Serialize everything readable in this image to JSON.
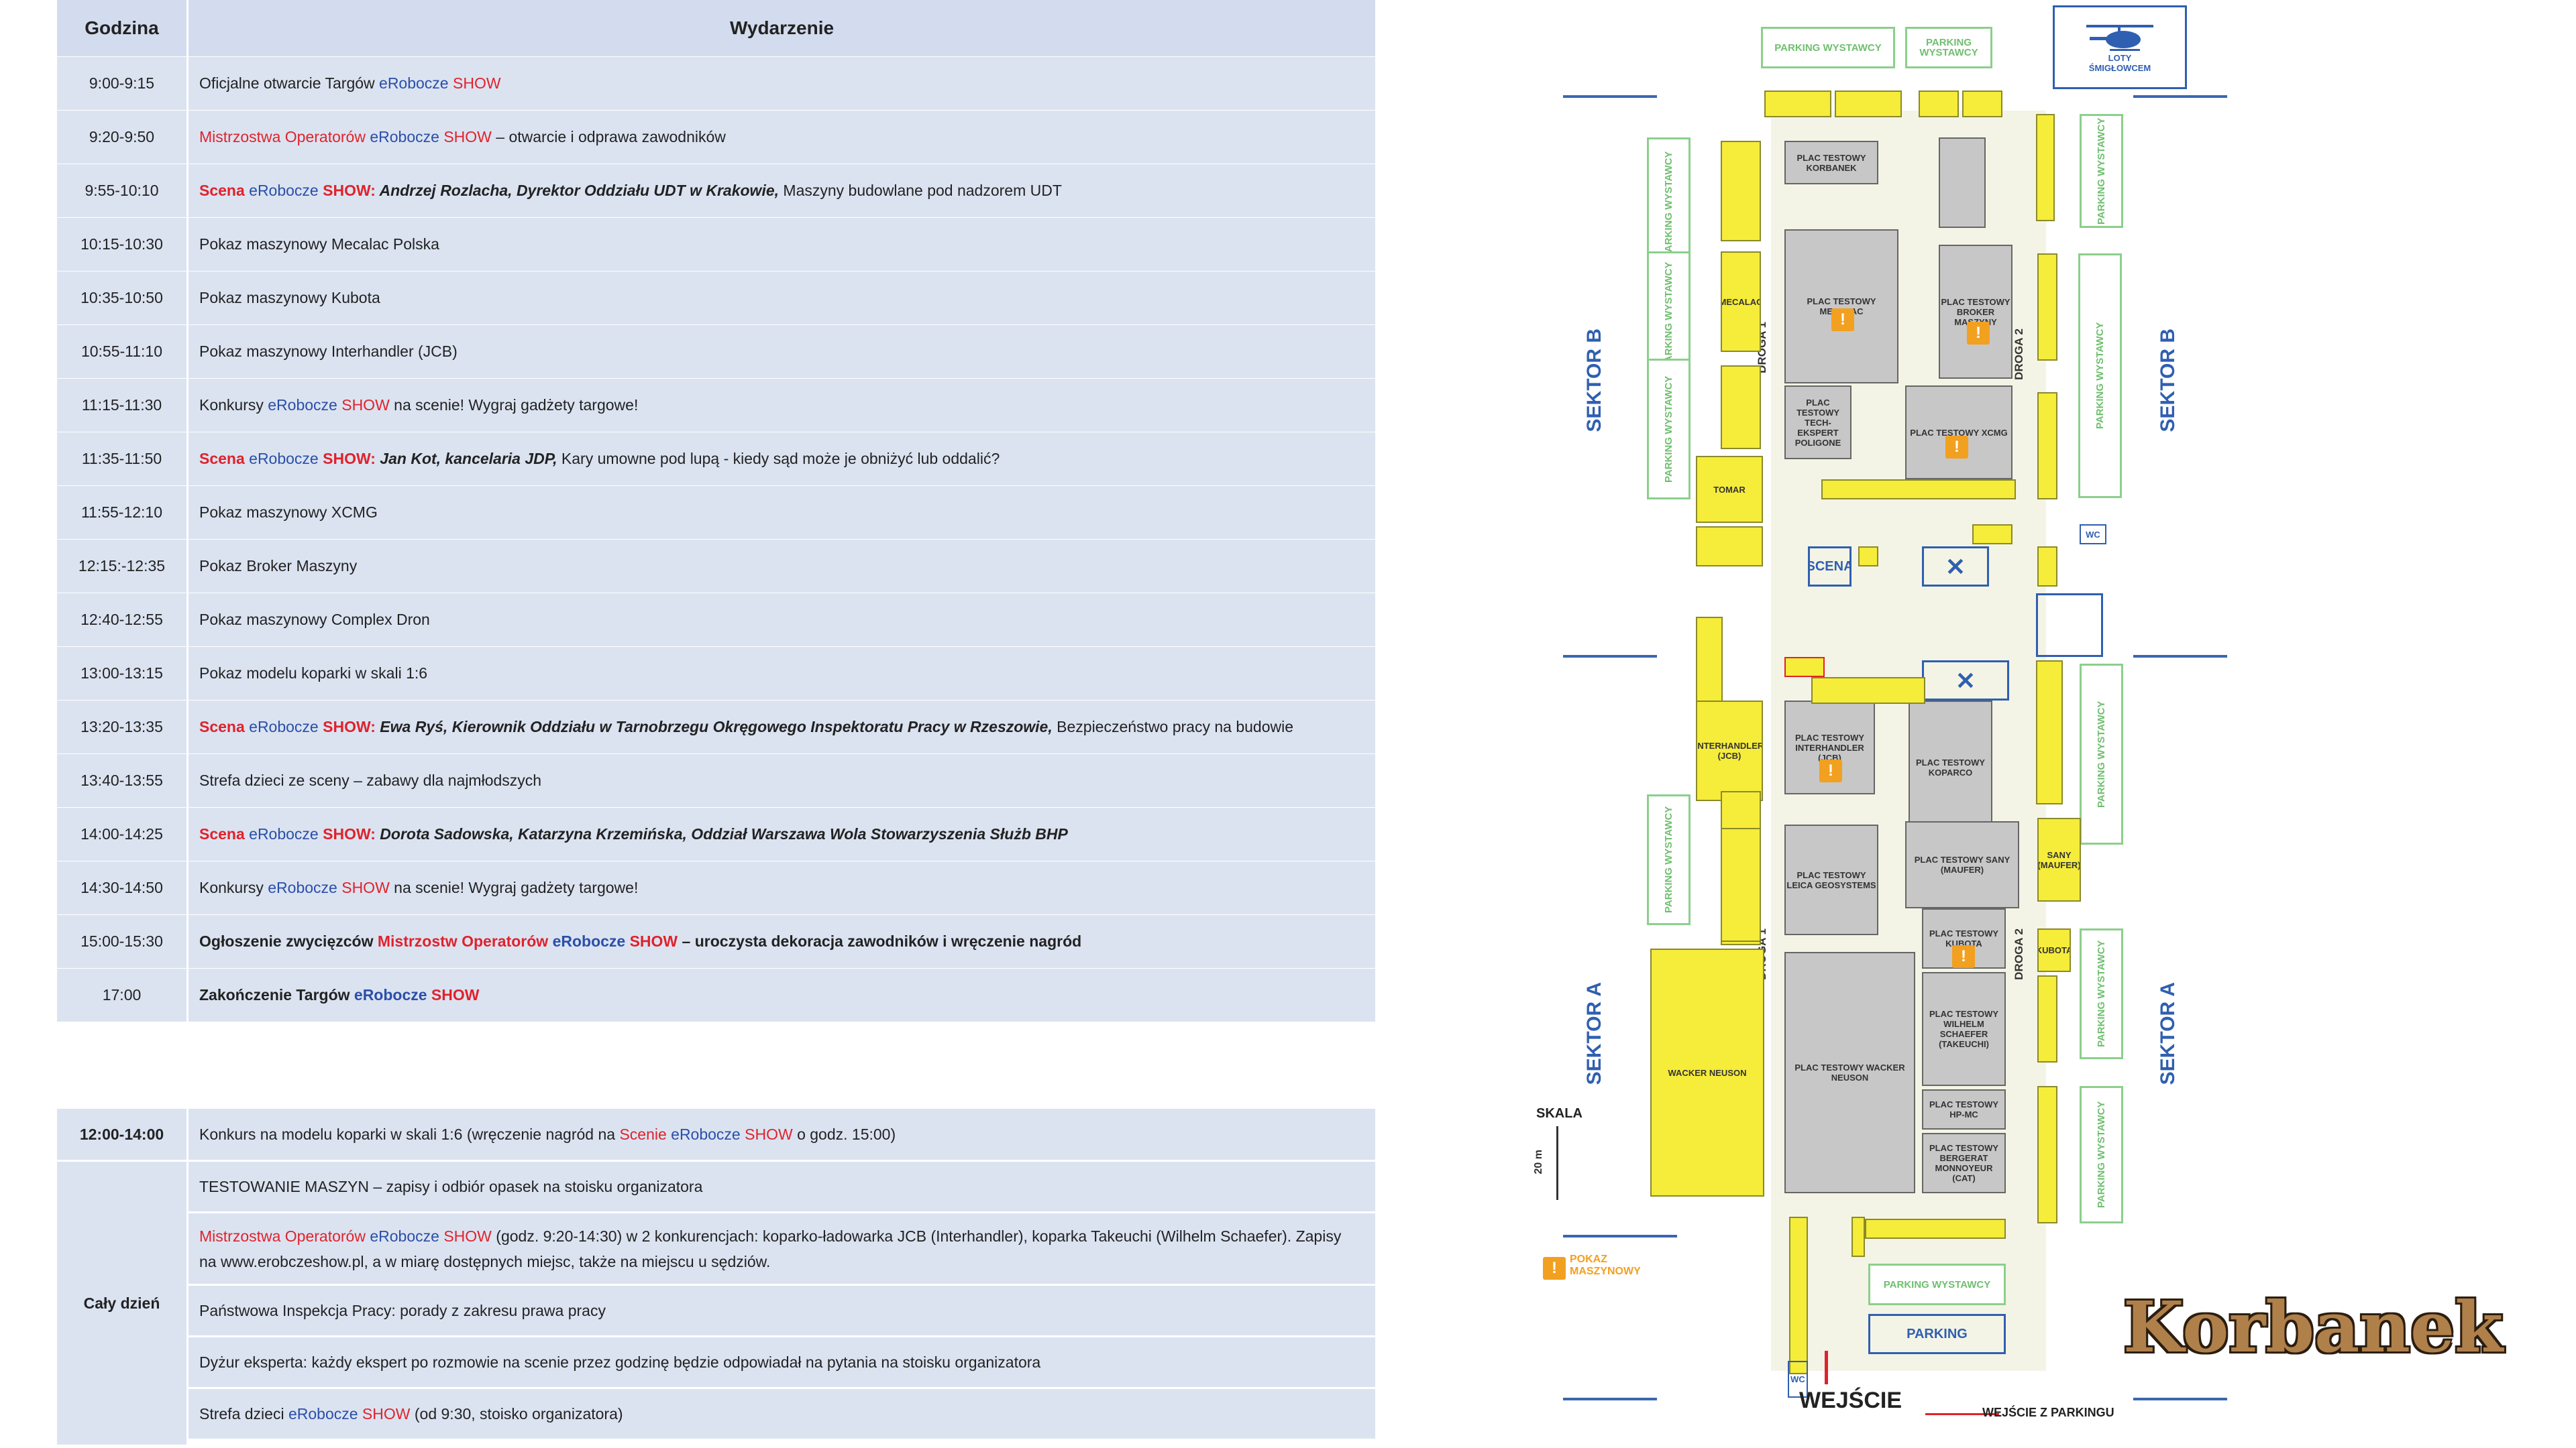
{
  "schedule": {
    "header": {
      "time": "Godzina",
      "event": "Wydarzenie"
    },
    "rows": [
      {
        "time": "9:00-9:15",
        "parts": [
          {
            "t": "Oficjalne otwarcie Targów ",
            "c": ""
          },
          {
            "t": "eRobocze",
            "c": "blue"
          },
          {
            "t": " SHOW",
            "c": "red"
          }
        ]
      },
      {
        "time": "9:20-9:50",
        "parts": [
          {
            "t": "Mistrzostwa Operatorów ",
            "c": "red"
          },
          {
            "t": "eRobocze",
            "c": "blue"
          },
          {
            "t": " SHOW",
            "c": "red"
          },
          {
            "t": " – otwarcie i odprawa zawodników",
            "c": ""
          }
        ]
      },
      {
        "time": "9:55-10:10",
        "parts": [
          {
            "t": "Scena ",
            "c": "red bold"
          },
          {
            "t": "eRobocze",
            "c": "blue"
          },
          {
            "t": " SHOW:",
            "c": "red bold"
          },
          {
            "t": " Andrzej Rozlacha, Dyrektor Oddziału UDT w Krakowie,",
            "c": "it"
          },
          {
            "t": " Maszyny budowlane pod nadzorem UDT",
            "c": ""
          }
        ]
      },
      {
        "time": "10:15-10:30",
        "parts": [
          {
            "t": "Pokaz maszynowy Mecalac Polska",
            "c": ""
          }
        ]
      },
      {
        "time": "10:35-10:50",
        "parts": [
          {
            "t": "Pokaz maszynowy Kubota",
            "c": ""
          }
        ]
      },
      {
        "time": "10:55-11:10",
        "parts": [
          {
            "t": "Pokaz maszynowy Interhandler (JCB)",
            "c": ""
          }
        ]
      },
      {
        "time": "11:15-11:30",
        "parts": [
          {
            "t": "Konkursy ",
            "c": ""
          },
          {
            "t": "eRobocze",
            "c": "blue"
          },
          {
            "t": " SHOW",
            "c": "red"
          },
          {
            "t": " na scenie! Wygraj gadżety targowe!",
            "c": ""
          }
        ]
      },
      {
        "time": "11:35-11:50",
        "parts": [
          {
            "t": "Scena ",
            "c": "red bold"
          },
          {
            "t": "eRobocze",
            "c": "blue"
          },
          {
            "t": " SHOW:",
            "c": "red bold"
          },
          {
            "t": " Jan Kot, kancelaria JDP,",
            "c": "it"
          },
          {
            "t": " Kary umowne pod lupą - kiedy sąd może je obniżyć lub oddalić?",
            "c": ""
          }
        ]
      },
      {
        "time": "11:55-12:10",
        "parts": [
          {
            "t": "Pokaz maszynowy XCMG",
            "c": ""
          }
        ]
      },
      {
        "time": "12:15:-12:35",
        "parts": [
          {
            "t": "Pokaz Broker Maszyny",
            "c": ""
          }
        ]
      },
      {
        "time": "12:40-12:55",
        "parts": [
          {
            "t": "Pokaz maszynowy Complex Dron",
            "c": ""
          }
        ]
      },
      {
        "time": "13:00-13:15",
        "parts": [
          {
            "t": "Pokaz modelu koparki w skali 1:6",
            "c": ""
          }
        ]
      },
      {
        "time": "13:20-13:35",
        "parts": [
          {
            "t": "Scena ",
            "c": "red bold"
          },
          {
            "t": "eRobocze",
            "c": "blue"
          },
          {
            "t": " SHOW:",
            "c": "red bold"
          },
          {
            "t": " Ewa Ryś, Kierownik Oddziału w Tarnobrzegu Okręgowego Inspektoratu Pracy w Rzeszowie,",
            "c": "it"
          },
          {
            "t": " Bezpieczeństwo pracy na budowie",
            "c": ""
          }
        ]
      },
      {
        "time": "13:40-13:55",
        "parts": [
          {
            "t": "Strefa dzieci ze sceny – zabawy dla najmłodszych",
            "c": ""
          }
        ]
      },
      {
        "time": "14:00-14:25",
        "parts": [
          {
            "t": "Scena ",
            "c": "red bold"
          },
          {
            "t": "eRobocze",
            "c": "blue"
          },
          {
            "t": " SHOW:",
            "c": "red bold"
          },
          {
            "t": " Dorota Sadowska, Katarzyna Krzemińska, Oddział Warszawa Wola Stowarzyszenia Służb BHP",
            "c": "it"
          }
        ]
      },
      {
        "time": "14:30-14:50",
        "parts": [
          {
            "t": "Konkursy ",
            "c": ""
          },
          {
            "t": "eRobocze",
            "c": "blue"
          },
          {
            "t": " SHOW",
            "c": "red"
          },
          {
            "t": " na scenie! Wygraj gadżety targowe!",
            "c": ""
          }
        ]
      },
      {
        "time": "15:00-15:30",
        "parts": [
          {
            "t": "Ogłoszenie zwycięzców ",
            "c": "bold"
          },
          {
            "t": "Mistrzostw Operatorów ",
            "c": "red bold"
          },
          {
            "t": "eRobocze",
            "c": "blue bold"
          },
          {
            "t": " SHOW",
            "c": "red bold"
          },
          {
            "t": " – uroczysta dekoracja zawodników i wręczenie nagród",
            "c": "bold"
          }
        ]
      },
      {
        "time": "17:00",
        "parts": [
          {
            "t": "Zakończenie Targów ",
            "c": "bold"
          },
          {
            "t": "eRobocze",
            "c": "blue bold"
          },
          {
            "t": " SHOW",
            "c": "red bold"
          }
        ]
      }
    ]
  },
  "schedule2": {
    "rows": [
      {
        "time": "12:00-14:00",
        "parts": [
          {
            "t": "Konkurs na modelu koparki w skali 1:6 (wręczenie nagród na ",
            "c": ""
          },
          {
            "t": "Scenie ",
            "c": "red"
          },
          {
            "t": "eRobocze",
            "c": "blue"
          },
          {
            "t": " SHOW",
            "c": "red"
          },
          {
            "t": " o godz. 15:00)",
            "c": ""
          }
        ]
      }
    ],
    "all_day_label": "Cały dzień",
    "all_day": [
      {
        "parts": [
          {
            "t": "TESTOWANIE MASZYN – zapisy i odbiór opasek na stoisku organizatora",
            "c": ""
          }
        ]
      },
      {
        "parts": [
          {
            "t": "Mistrzostwa Operatorów ",
            "c": "red"
          },
          {
            "t": "eRobocze",
            "c": "blue"
          },
          {
            "t": " SHOW",
            "c": "red"
          },
          {
            "t": " (godz. 9:20-14:30) w 2 konkurencjach: koparko-ładowarka JCB (Interhandler), koparka Takeuchi (Wilhelm Schaefer). Zapisy na www.erobczeshow.pl, a w miarę dostępnych miejsc, także na miejscu u sędziów.",
            "c": ""
          }
        ]
      },
      {
        "parts": [
          {
            "t": "Państwowa Inspekcja Pracy: porady z zakresu prawa pracy",
            "c": ""
          }
        ]
      },
      {
        "parts": [
          {
            "t": "Dyżur eksperta: każdy ekspert po rozmowie na scenie przez godzinę będzie odpowiadał na pytania na stoisku organizatora",
            "c": ""
          }
        ]
      },
      {
        "parts": [
          {
            "t": "Strefa dzieci ",
            "c": ""
          },
          {
            "t": "eRobocze",
            "c": "blue"
          },
          {
            "t": " SHOW",
            "c": "red"
          },
          {
            "t": " (od 9:30, stoisko organizatora)",
            "c": ""
          }
        ]
      }
    ]
  },
  "map": {
    "sector_b": "SEKTOR B",
    "sector_a": "SEKTOR A",
    "droga1": "DROGA 1",
    "droga2": "DROGA 2",
    "parking_wystawcy": "PARKING WYSTAWCY",
    "parking": "PARKING",
    "loty": "LOTY ŚMIGŁOWCEM",
    "scena": "SCENA",
    "wejscie": "WEJŚCIE",
    "wejscie_parking": "WEJŚCIE Z PARKINGU",
    "skala": "SKALA",
    "skala_val": "20 m",
    "pokaz": "POKAZ MASZYNOWY",
    "wc": "WC",
    "plac_korbanek": "PLAC TESTOWY KORBANEK",
    "plac_mecalac": "PLAC TESTOWY MECALAC",
    "plac_broker": "PLAC TESTOWY BROKER MASZYNY",
    "plac_xcmg": "PLAC TESTOWY XCMG",
    "plac_tech": "PLAC TESTOWY TECH-EKSPERT POLIGONE",
    "plac_interhandler": "PLAC TESTOWY INTERHANDLER (JCB)",
    "plac_kopard": "PLAC TESTOWY KOPARCO",
    "plac_leica": "PLAC TESTOWY LEICA GEOSYSTEMS",
    "plac_sany": "PLAC TESTOWY SANY (MAUFER)",
    "plac_kubota": "PLAC TESTOWY KUBOTA",
    "plac_wilhelm": "PLAC TESTOWY WILHELM SCHAEFER (TAKEUCHI)",
    "plac_wacker": "PLAC TESTOWY WACKER NEUSON",
    "plac_hpmc": "PLAC TESTOWY HP-MC",
    "plac_bergerat": "PLAC TESTOWY BERGERAT MONNOYEUR (CAT)",
    "wacker": "WACKER NEUSON",
    "tomar": "TOMAR",
    "interhandler": "INTERHANDLER (JCB)",
    "mecalac": "MECALAC",
    "sany": "SANY (MAUFER)",
    "kubota": "KUBOTA"
  },
  "brand": "Korbanek",
  "colors": {
    "red": "#e0222b",
    "blue": "#2b4fa8",
    "cell": "#dbe3f1",
    "yellow": "#f6ec3a",
    "gray": "#c7c7c7",
    "green": "#8ccf8c"
  }
}
